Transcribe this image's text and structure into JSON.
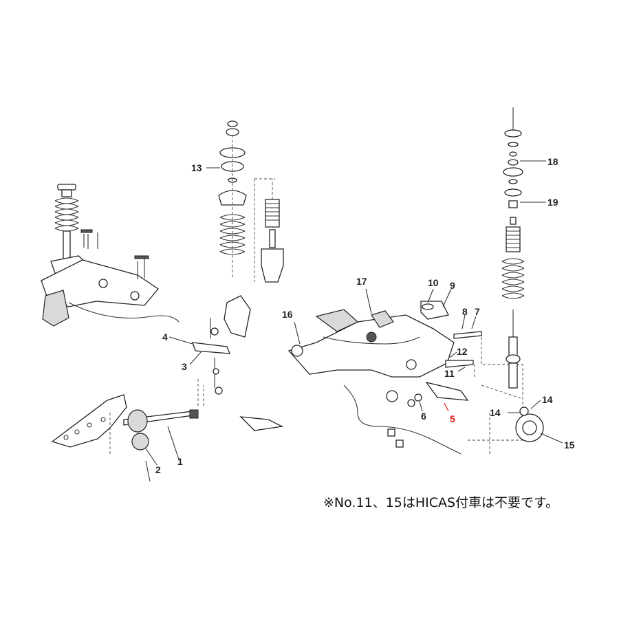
{
  "callouts": [
    {
      "id": "1",
      "text": "1",
      "color": "#222222"
    },
    {
      "id": "2",
      "text": "2",
      "color": "#222222"
    },
    {
      "id": "3",
      "text": "3",
      "color": "#222222"
    },
    {
      "id": "4",
      "text": "4",
      "color": "#222222"
    },
    {
      "id": "5",
      "text": "5",
      "color": "#e0191e"
    },
    {
      "id": "6",
      "text": "6",
      "color": "#222222"
    },
    {
      "id": "7",
      "text": "7",
      "color": "#222222"
    },
    {
      "id": "8",
      "text": "8",
      "color": "#222222"
    },
    {
      "id": "9",
      "text": "9",
      "color": "#222222"
    },
    {
      "id": "10",
      "text": "10",
      "color": "#222222"
    },
    {
      "id": "11",
      "text": "11",
      "color": "#222222"
    },
    {
      "id": "12",
      "text": "12",
      "color": "#222222"
    },
    {
      "id": "13",
      "text": "13",
      "color": "#222222"
    },
    {
      "id": "14a",
      "text": "14",
      "color": "#222222"
    },
    {
      "id": "14b",
      "text": "14",
      "color": "#222222"
    },
    {
      "id": "15",
      "text": "15",
      "color": "#222222"
    },
    {
      "id": "16",
      "text": "16",
      "color": "#222222"
    },
    {
      "id": "17",
      "text": "17",
      "color": "#222222"
    },
    {
      "id": "18",
      "text": "18",
      "color": "#222222"
    },
    {
      "id": "19",
      "text": "19",
      "color": "#222222"
    }
  ],
  "note": "※No.11、15はHICAS付車は不要です。",
  "colors": {
    "ink": "#222222",
    "highlight": "#e0191e",
    "background": "#ffffff"
  }
}
